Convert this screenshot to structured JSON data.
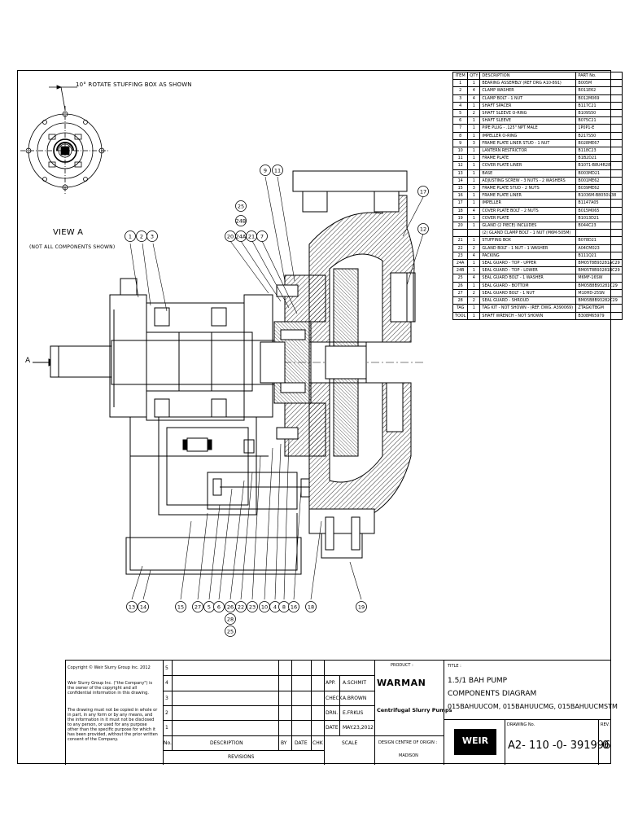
{
  "view": {
    "rotate_note": "10° ROTATE STUFFING BOX AS SHOWN",
    "label": "VIEW A",
    "sublabel": "(NOT ALL COMPONENTS SHOWN)",
    "section_marker": "A"
  },
  "parts_table": {
    "headers": [
      "ITEM",
      "QTY",
      "DESCRIPTION",
      "PART No."
    ],
    "rows": [
      [
        "1",
        "1",
        "BEARING ASSEMBLY (REF DRG A10-891)",
        "B005M"
      ],
      [
        "2",
        "4",
        "CLAMP WASHER",
        "B011E62"
      ],
      [
        "3",
        "4",
        "CLAMP BOLT - 1 NUT",
        "B012M069"
      ],
      [
        "4",
        "1",
        "SHAFT SPACER",
        "B117C21"
      ],
      [
        "5",
        "2",
        "SHAFT SLEEVE O-RING",
        "B109S50"
      ],
      [
        "6",
        "1",
        "SHAFT SLEEVE",
        "B075C21"
      ],
      [
        "7",
        "1",
        "PIPE PLUG - .125\" NPT MALE",
        "1P0P1-E"
      ],
      [
        "8",
        "1",
        "IMPELLER O-RING",
        "B217S50"
      ],
      [
        "9",
        "3",
        "FRAME PLATE LINER STUD - 1 NUT",
        "B028ME67"
      ],
      [
        "10",
        "1",
        "LANTERN RESTRICTOR",
        "B118C23"
      ],
      [
        "11",
        "1",
        "FRAME PLATE",
        "B1B2D21"
      ],
      [
        "12",
        "1",
        "COVER PLATE LINER",
        "B1071-B8U4R28"
      ],
      [
        "13",
        "1",
        "BASE",
        "B003MD21"
      ],
      [
        "14",
        "1",
        "ADJUSTING SCREW - 3 NUTS - 2 WASHERS",
        "B001ME62"
      ],
      [
        "15",
        "3",
        "FRAME PLATE STUD - 2 NUTS",
        "B039ME62"
      ],
      [
        "16",
        "1",
        "FRAME PLATE LINER",
        "B1036M-B8050U38"
      ],
      [
        "17",
        "1",
        "IMPELLER",
        "B1147A05"
      ],
      [
        "18",
        "4",
        "COVER PLATE BOLT - 2 NUTS",
        "B015M065"
      ],
      [
        "19",
        "1",
        "COVER PLATE",
        "B1013D21"
      ],
      [
        "20",
        "1",
        "GLAND (2 PIECE) INCLUDES",
        "B044C23"
      ],
      [
        "",
        "",
        "(2) GLAND CLAMP BOLT - 1 NUT (M6M-505M)",
        ""
      ],
      [
        "21",
        "1",
        "STUFFING BOX",
        "B078D21"
      ],
      [
        "22",
        "2",
        "GLAND BOLT - 1 NUT - 1 WASHER",
        "A04CM023"
      ],
      [
        "23",
        "4",
        "PACKING",
        "B111Q21"
      ],
      [
        "24A",
        "1",
        "SEAL GUARD - TOP - UPPER",
        "BM05T8B93281AC29"
      ],
      [
        "24B",
        "1",
        "SEAL GUARD - TOP - LOWER",
        "BM05T8B93281BC29"
      ],
      [
        "25",
        "4",
        "SEAL GUARD BOLT - 1 WASHER",
        "M6MF-16SW"
      ],
      [
        "26",
        "1",
        "SEAL GUARD - BOTTOM",
        "BM05B8B93281C29"
      ],
      [
        "27",
        "2",
        "SEAL GUARD BOLT - 1 NUT",
        "M10HD-25SN"
      ],
      [
        "28",
        "2",
        "SEAL GUARD - SHROUD",
        "BM05B8B93282C29"
      ],
      [
        "TAG",
        "1",
        "TAG KIT - NOT SHOWN - (REF. DWG. A390069)",
        "ZTAGKITBGM"
      ],
      [
        "TOOL",
        "1",
        "SHAFT WRENCH - NOT SHOWN",
        "B308M65979"
      ]
    ]
  },
  "balloons": {
    "top_left": [
      "1",
      "2",
      "3"
    ],
    "top_mid": [
      "20",
      "24A",
      "21",
      "7"
    ],
    "top_stack": [
      "25",
      "24B"
    ],
    "top_right": [
      "9",
      "11",
      "17",
      "12"
    ],
    "bottom": [
      "13",
      "14",
      "15",
      "27",
      "5",
      "6",
      "26",
      "22",
      "23",
      "10",
      "4",
      "8",
      "16",
      "18",
      "19"
    ],
    "bottom_stack": [
      "28",
      "25"
    ]
  },
  "title_block": {
    "copyright": "Copyright © Weir Slurry Group Inc. 2012",
    "confidential": "Weir Slurry Group Inc. (\"the Company\") is the owner of the copyright and all confidential information in this drawing.",
    "notice": "The drawing must not be copied in whole or in part, in any form or by any means, and the information in it must not be disclosed to any person, or used for any purpose other than the specific purpose for which it has been provided, without the prior written consent of the Company.",
    "revision_numbers": [
      "5",
      "4",
      "3",
      "2",
      "1"
    ],
    "col_no": "No.",
    "col_description": "DESCRIPTION",
    "col_by": "BY",
    "col_date": "DATE",
    "col_chk": "CHK",
    "revisions_label": "REVISIONS",
    "sign_labels": [
      "APP.",
      "CHECK",
      "DRN.",
      "DATE"
    ],
    "sign_values": [
      "A.SCHMIT",
      "A.BROWN",
      "E.FRKUS",
      "MAY.23,2012"
    ],
    "scale_label": "SCALE",
    "product_label": "PRODUCT :",
    "brand": "WARMAN",
    "brand_sub": "Centrifugal Slurry Pumps",
    "design_centre_label": "DESIGN CENTRE OF ORIGIN :",
    "design_centre": "MADISON",
    "title_label": "TITLE :",
    "title_lines": [
      "1.5/1 BAH PUMP",
      "COMPONENTS DIAGRAM",
      "015BAHUUCOM, 015BAHUUCMG, 015BAHUUCMSTM"
    ],
    "drawing_no_label": "DRAWING No.",
    "drawing_no": "A2- 110 -0- 391996",
    "rev_label": "REV.",
    "rev": "0",
    "logo_text": "WEIR"
  }
}
